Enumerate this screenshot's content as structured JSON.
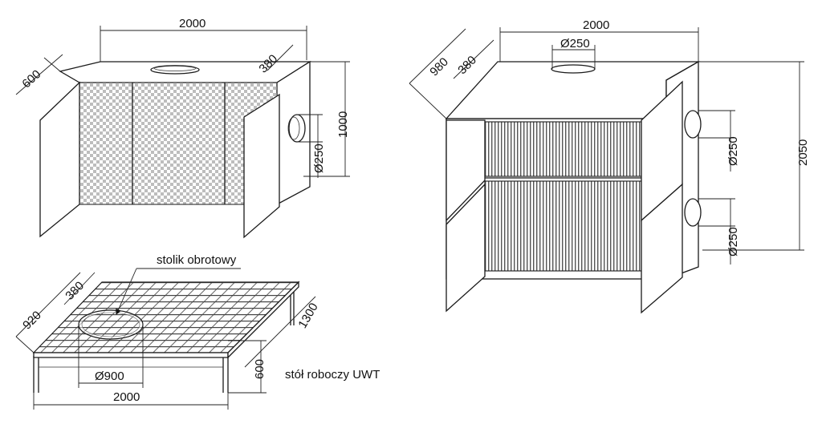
{
  "booth_small": {
    "width_label": "2000",
    "depth_label": "600",
    "roof_label": "380",
    "height_label": "1000",
    "duct_label": "Ø250"
  },
  "booth_tall": {
    "width_label": "2000",
    "depth_label": "980",
    "roof_label": "380",
    "top_duct_label": "Ø250",
    "height_label": "2050",
    "duct_upper_label": "Ø250",
    "duct_lower_label": "Ø250"
  },
  "table": {
    "turntable_label": "stolik obrotowy",
    "roof_label": "380",
    "depth_label": "920",
    "side_label": "1300",
    "turntable_dia_label": "Ø900",
    "leg_height_label": "600",
    "width_label": "2000",
    "name_label": "stół roboczy UWT"
  }
}
